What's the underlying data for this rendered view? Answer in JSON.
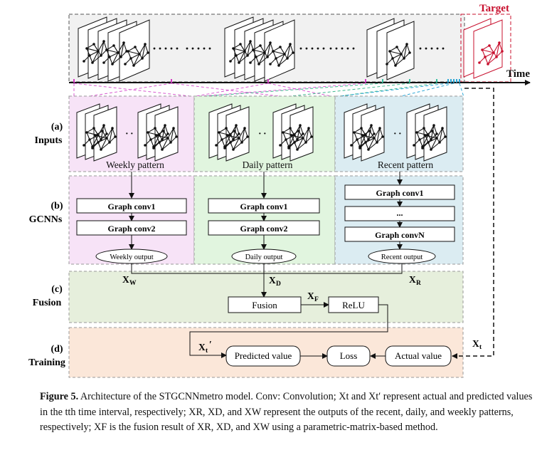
{
  "timeline": {
    "target_label": "Target",
    "axis_label": "Time"
  },
  "rows": [
    {
      "id": "a",
      "label_letter": "(a)",
      "label_name": "Inputs"
    },
    {
      "id": "b",
      "label_letter": "(b)",
      "label_name": "GCNNs"
    },
    {
      "id": "c",
      "label_letter": "(c)",
      "label_name": "Fusion"
    },
    {
      "id": "d",
      "label_letter": "(d)",
      "label_name": "Training"
    }
  ],
  "patterns": [
    {
      "name": "Weekly pattern",
      "layers": [
        "Graph conv1",
        "Graph conv2"
      ],
      "output": "Weekly output",
      "symbol": "X",
      "subscript": "W",
      "color": "#f7e3f7"
    },
    {
      "name": "Daily pattern",
      "layers": [
        "Graph conv1",
        "Graph conv2"
      ],
      "output": "Daily output",
      "symbol": "X",
      "subscript": "D",
      "color": "#e1f5df"
    },
    {
      "name": "Recent pattern",
      "layers": [
        "Graph conv1",
        "...",
        "Graph convN"
      ],
      "output": "Recent output",
      "symbol": "X",
      "subscript": "R",
      "color": "#dbecf2"
    }
  ],
  "fusion": {
    "fusion_label": "Fusion",
    "relu_label": "ReLU",
    "xf_symbol": "X",
    "xf_subscript": "F",
    "color": "#e6efdc"
  },
  "training": {
    "predicted_label": "Predicted value",
    "loss_label": "Loss",
    "actual_label": "Actual value",
    "xt_prime_symbol": "X",
    "xt_prime_subscript": "t",
    "xt_prime_mark": "′",
    "xt_symbol": "X",
    "xt_subscript": "t",
    "color": "#fbe7d9"
  },
  "ellipsis": "·····",
  "caption": {
    "figure_label": "Figure 5.",
    "text": "Architecture of the STGCNNmetro model. Conv: Convolution; Xt and Xt′ represent actual and predicted values in the tth time interval, respectively; XR, XD, and XW represent the outputs of the recent, daily, and weekly patterns, respectively; XF is the fusion result of XR, XD, and XW using a parametric-matrix-based method."
  }
}
